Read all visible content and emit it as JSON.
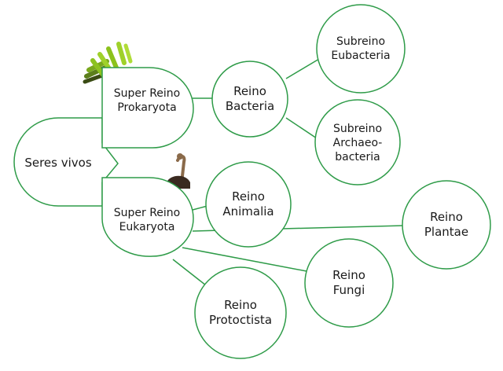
{
  "colors": {
    "stroke": "#2e9b48",
    "fill": "#ffffff",
    "text": "#1a1a1a"
  },
  "nodes": {
    "seres_vivos": "Seres vivos",
    "prokaryota": "Super Reino\nProkaryota",
    "eukaryota": "Super Reino\nEukaryota",
    "bacteria": "Reino\nBacteria",
    "eubacteria": "Subreino\nEubacteria",
    "archaeobacteria": "Subreino\nArchaeo-\nbacteria",
    "animalia": "Reino\nAnimalia",
    "plantae": "Reino\nPlantae",
    "fungi": "Reino\nFungi",
    "protoctista": "Reino\nProtoctista"
  },
  "decorations": {
    "bacteria_image": "bacteria-illustration",
    "ostrich_image": "ostrich-illustration"
  }
}
